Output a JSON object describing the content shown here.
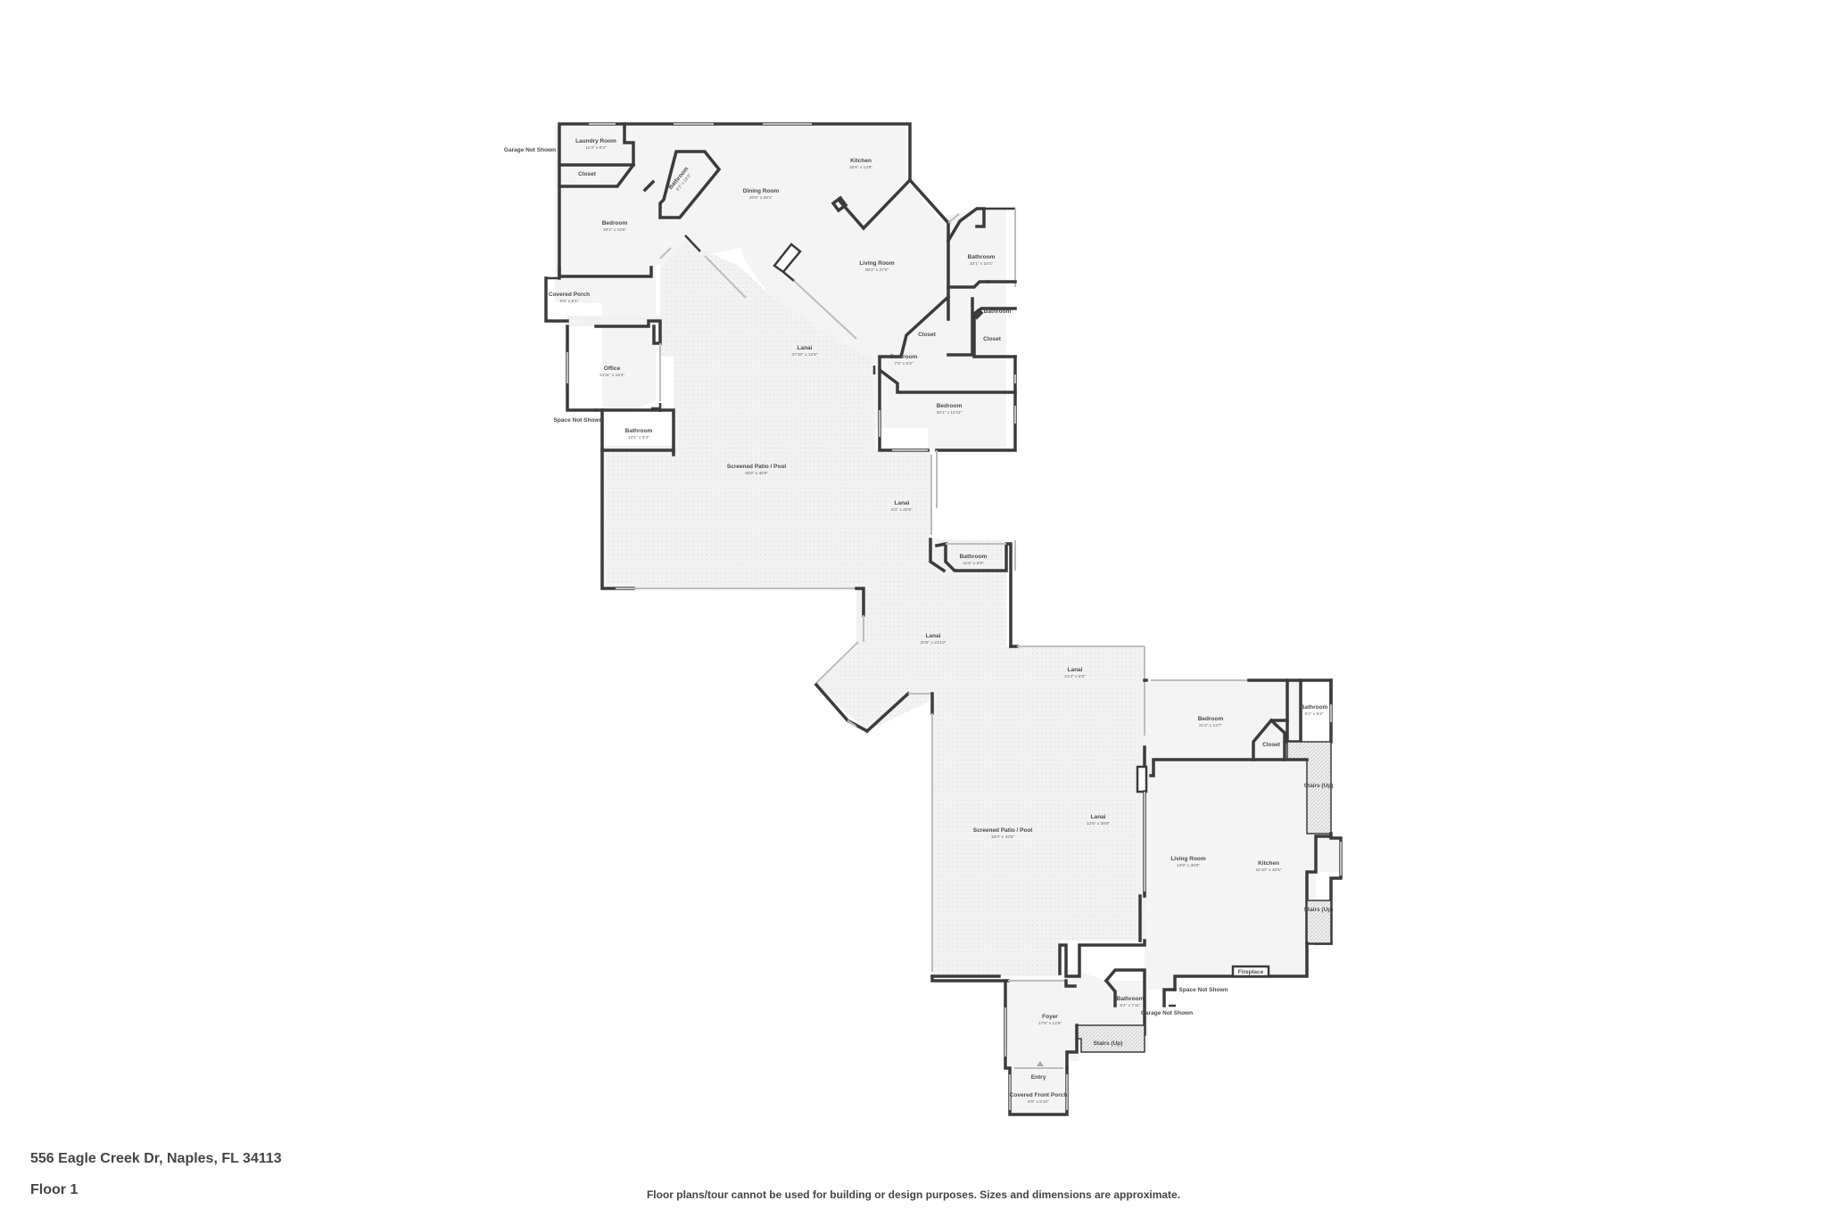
{
  "rooms": {
    "laundry": {
      "name": "Laundry Room",
      "dim": "11'3\" x 6'3\""
    },
    "garage_nw": {
      "name": "Garage Not Shown"
    },
    "closet_nw": {
      "name": "Closet"
    },
    "bathroom_nw": {
      "name": "Bathroom",
      "dim": "8'3\" x 10'3\""
    },
    "dining": {
      "name": "Dining Room",
      "dim": "20'6\" x 26'1\""
    },
    "kitchen_n": {
      "name": "Kitchen",
      "dim": "15'9\" x 14'8\""
    },
    "bedroom_nw": {
      "name": "Bedroom",
      "dim": "19'4\" x 15'5\""
    },
    "covered_porch": {
      "name": "Covered Porch",
      "dim": "6'6\" x 6'1\""
    },
    "living_n": {
      "name": "Living Room",
      "dim": "30'2\" x 27'2\""
    },
    "bathroom_ne": {
      "name": "Bathroom",
      "dim": "10'1\" x 10'1\""
    },
    "bathroom_ne_small": {
      "name": "Bathroom"
    },
    "closet_ne1": {
      "name": "Closet"
    },
    "closet_ne2": {
      "name": "Closet"
    },
    "bathroom_mid": {
      "name": "Bathroom",
      "dim": "7'5\" x 6'3\""
    },
    "lanai_n": {
      "name": "Lanai",
      "dim": "37'10\" x 12'8\""
    },
    "office": {
      "name": "Office",
      "dim": "13'11\" x 15'2\""
    },
    "bedroom_ne": {
      "name": "Bedroom",
      "dim": "20'1\" x 12'11\""
    },
    "space_nw": {
      "name": "Space Not Shown"
    },
    "bathroom_w": {
      "name": "Bathroom",
      "dim": "10'1\" x 5'4\""
    },
    "patio_n": {
      "name": "Screened Patio / Pool",
      "dim": "38'6\" x 46'6\""
    },
    "lanai_e": {
      "name": "Lanai",
      "dim": "8'1\" x 20'5\""
    },
    "bathroom_c": {
      "name": "Bathroom",
      "dim": "11'5\" x 5'9\""
    },
    "lanai_c": {
      "name": "Lanai",
      "dim": "20'6\" x 23'10\""
    },
    "lanai_s": {
      "name": "Lanai",
      "dim": "21'4\" x 6'5\""
    },
    "bedroom_se": {
      "name": "Bedroom",
      "dim": "21'2\" x 13'7\""
    },
    "bathroom_se": {
      "name": "Bathroom",
      "dim": "6'2\" x 8'4\""
    },
    "closet_se": {
      "name": "Closet"
    },
    "stairs_up1": {
      "name": "Stairs (Up)"
    },
    "lanai_sw": {
      "name": "Lanai",
      "dim": "12'6\" x 38'9\""
    },
    "patio_s": {
      "name": "Screened Patio / Pool",
      "dim": "18'3\" x 42'5\""
    },
    "living_s": {
      "name": "Living Room",
      "dim": "13'6\" x 38'5\""
    },
    "kitchen_s": {
      "name": "Kitchen",
      "dim": "16'10\" x 32'5\""
    },
    "stairs_up2": {
      "name": "Stairs (Up)"
    },
    "fireplace": {
      "name": "Fireplace"
    },
    "space_s": {
      "name": "Space Not Shown"
    },
    "garage_s": {
      "name": "Garage Not Shown"
    },
    "bathroom_s": {
      "name": "Bathroom",
      "dim": "6'4\" x 7'11\""
    },
    "foyer": {
      "name": "Foyer",
      "dim": "17'5\" x 12'8\""
    },
    "stairs_up3": {
      "name": "Stairs (Up)"
    },
    "entry": {
      "name": "Entry"
    },
    "front_porch": {
      "name": "Covered Front Porch",
      "dim": "9'0\" x 5'10\""
    }
  },
  "footer": {
    "address": "556 Eagle Creek Dr, Naples, FL 34113",
    "floor": "Floor 1",
    "disclaimer": "Floor plans/tour cannot be used for building or design purposes. Sizes and dimensions are approximate."
  }
}
